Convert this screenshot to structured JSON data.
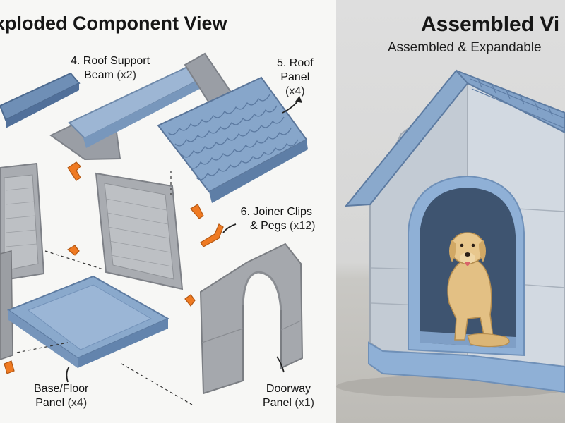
{
  "left": {
    "title": "xploded Component View",
    "callouts": {
      "beam": {
        "line1": "4. Roof Support",
        "line2": "Beam",
        "qty": "(x2)"
      },
      "roof": {
        "line1": "5. Roof",
        "line2": "Panel",
        "qty": "(x4)"
      },
      "clips": {
        "line1": "6. Joiner Clips",
        "line2": "& Pegs",
        "qty": "(x12)"
      },
      "base": {
        "line1": "Base/Floor",
        "line2": "Panel",
        "qty": "(x4)"
      },
      "door": {
        "line1": "Doorway",
        "line2": "Panel",
        "qty": "(x1)"
      }
    }
  },
  "right": {
    "title": "Assembled Vi",
    "subtitle": "Assembled & Expandable"
  },
  "colors": {
    "panel_blue": "#8aa9cc",
    "panel_grey": "#a9acb1",
    "clip_orange": "#ef7a22",
    "house_wall": "#c7d0da",
    "house_trim": "#8fb0d6"
  }
}
